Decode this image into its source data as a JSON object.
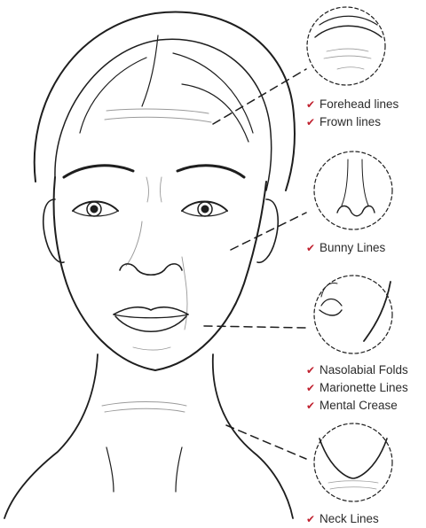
{
  "accent_color": "#c0212f",
  "line_color": "#1e1e1e",
  "check_icon": "checkmark-icon",
  "groups": {
    "forehead": {
      "items": [
        "Forehead lines",
        "Frown lines"
      ]
    },
    "bunny": {
      "items": [
        "Bunny Lines"
      ]
    },
    "lower_face": {
      "items": [
        "Nasolabial Folds",
        "Marionette Lines",
        "Mental Crease"
      ]
    },
    "neck": {
      "items": [
        "Neck Lines"
      ]
    }
  }
}
